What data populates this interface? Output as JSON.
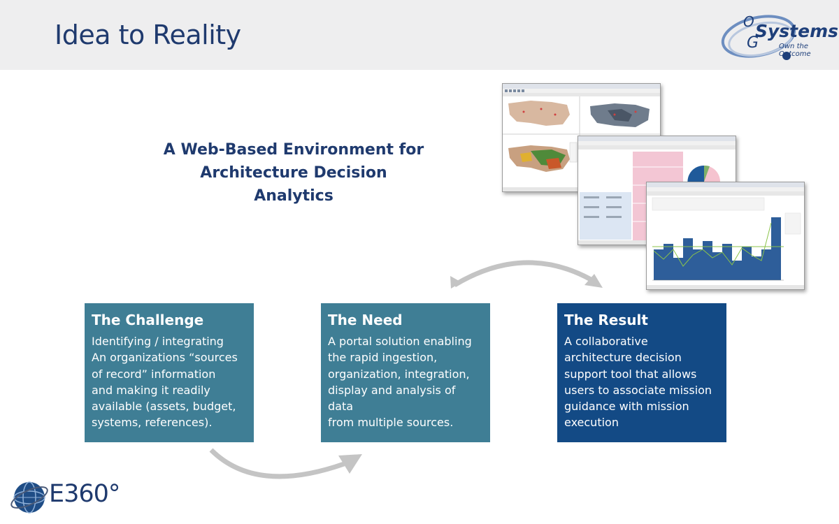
{
  "header": {
    "title": "Idea to Reality",
    "logo": {
      "brand_text": "Systems",
      "tagline": "Own the Outcome",
      "icon": "og-systems-logo"
    }
  },
  "subtitle": "A Web-Based Environment for\nArchitecture Decision Analytics",
  "screenshots": [
    {
      "name": "map-dashboard-screenshot"
    },
    {
      "name": "pie-bar-dashboard-screenshot"
    },
    {
      "name": "histogram-dashboard-screenshot"
    }
  ],
  "boxes": [
    {
      "title": "The Challenge",
      "body": "Identifying / integrating\nAn organizations “sources\nof  record” information\nand  making  it readily\n available  (assets, budget,\nsystems, references).",
      "color": "#3f7e95"
    },
    {
      "title": "The Need",
      "body": "A portal solution enabling\nthe rapid ingestion,\norganization,  integration,\ndisplay and analysis of data\nfrom multiple sources.",
      "color": "#3f7e95"
    },
    {
      "title": "The Result",
      "body": "A collaborative\narchitecture decision\nsupport tool that allows\nusers to associate mission\nguidance with mission\nexecution",
      "color": "#134a85"
    }
  ],
  "arrows": {
    "color": "#c4c4c4",
    "icon": "curved-arrow-icon"
  },
  "footer_logo": {
    "text": "E360°",
    "icon": "e360-globe-logo"
  },
  "colors": {
    "title": "#1f3a6e",
    "header_bg": "#eeeeef"
  }
}
